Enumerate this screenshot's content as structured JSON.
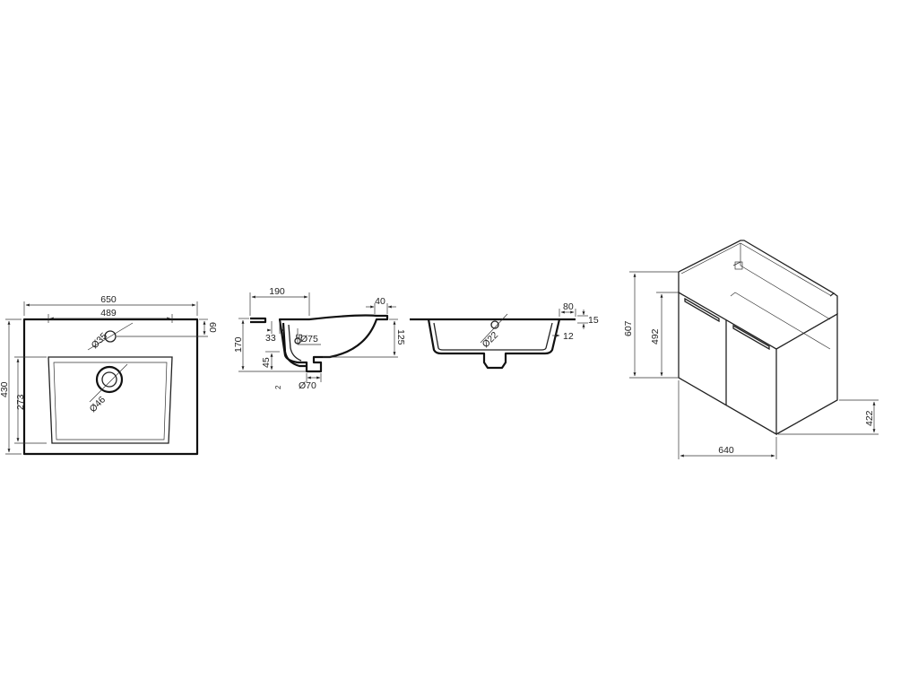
{
  "views": {
    "top": {
      "width_overall": "650",
      "width_inner": "489",
      "depth_overall": "430",
      "depth_basin": "273",
      "tap_offset": "60",
      "tap_hole": "Ø35",
      "drain_hole": "Ø46"
    },
    "side_section": {
      "lip_depth": "190",
      "rim_width": "40",
      "total_height": "170",
      "basin_depth": "125",
      "lip_gap": "33",
      "drain_height": "45",
      "overflow_offset": "5",
      "overflow_dia": "Ø75",
      "drain_dia": "Ø70",
      "note": "2"
    },
    "front_section": {
      "rim_width": "80",
      "rim_thickness": "15",
      "edge": "12",
      "overflow_hole": "Ø22"
    },
    "cabinet": {
      "height_total": "607",
      "height_doors": "492",
      "width": "640",
      "depth": "422"
    }
  },
  "colors": {
    "line": "#111111",
    "background": "#ffffff"
  }
}
